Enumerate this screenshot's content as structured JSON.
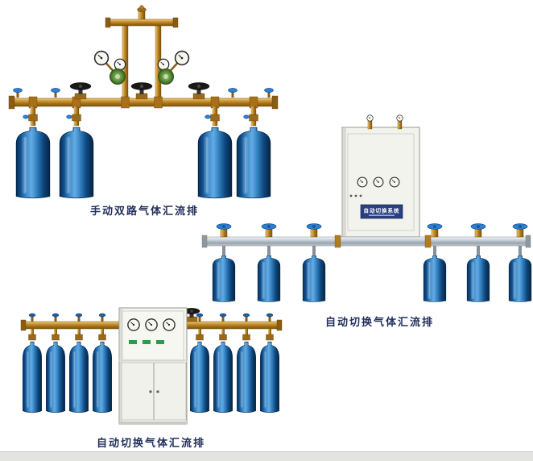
{
  "captions": {
    "manual_dual": "手动双路气体汇流排",
    "auto_right": "自动切换气体汇流排",
    "auto_bottom": "自动切换气体汇流排"
  },
  "cabinet": {
    "label": "自动切换系统"
  },
  "colors": {
    "cylinder_blue": "#2e79bd",
    "brass": "#b07c1e",
    "aluminum": "#b9c1c9",
    "cabinet_body": "#f3f3ee",
    "regulator_green": "#6a9a44",
    "caption_text": "#23305c"
  }
}
